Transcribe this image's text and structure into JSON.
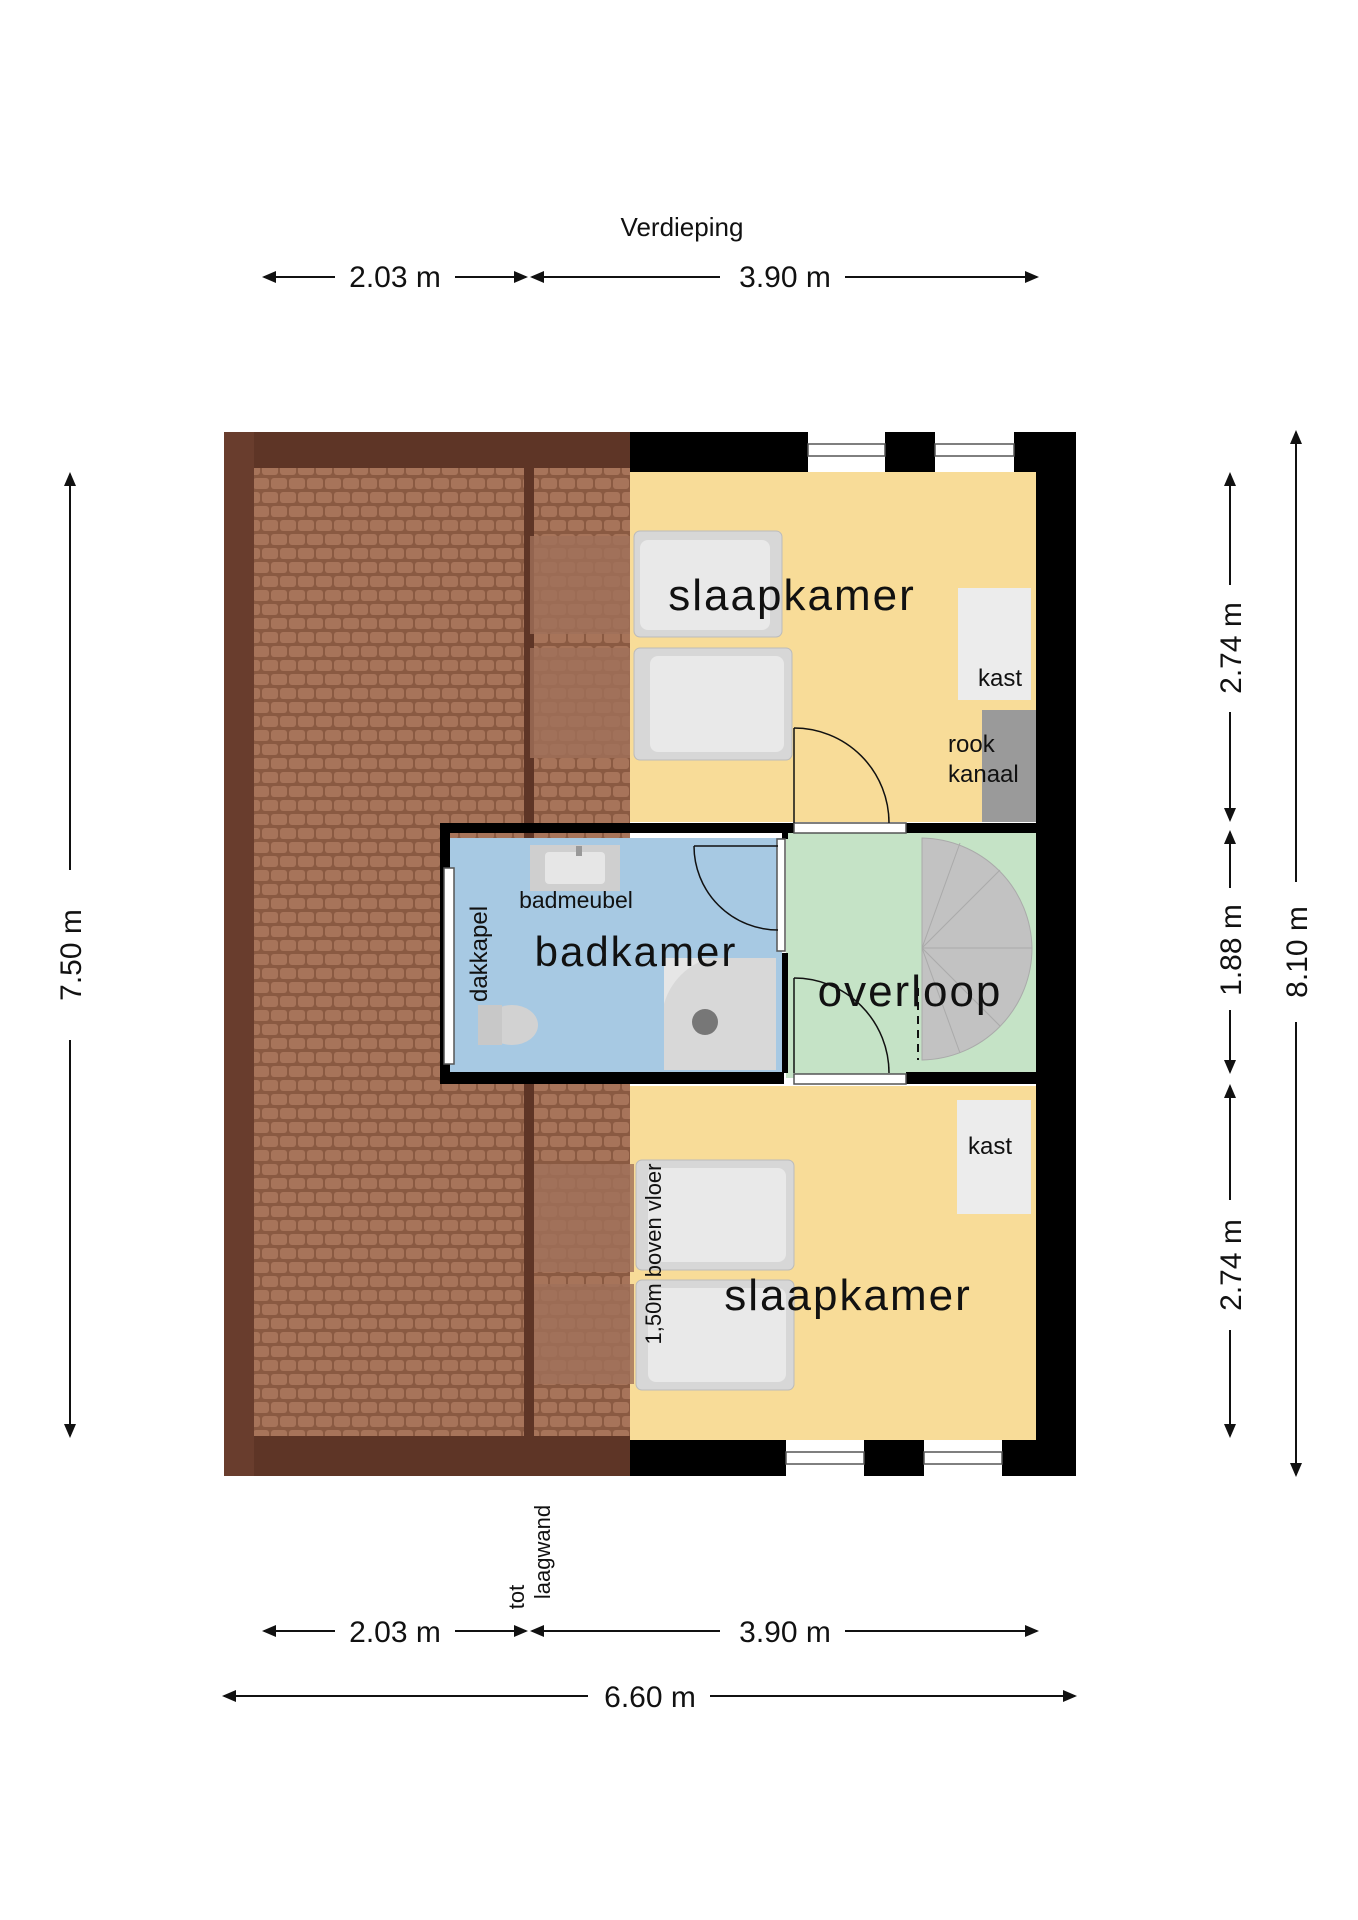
{
  "title": "Verdieping",
  "dimensions": {
    "top_left": "2.03 m",
    "top_right": "3.90 m",
    "bottom_left": "2.03 m",
    "bottom_right": "3.90 m",
    "bottom_total": "6.60 m",
    "left_total": "7.50 m",
    "right_upper": "2.74 m",
    "right_middle": "1.88 m",
    "right_lower": "2.74 m",
    "right_total": "8.10 m"
  },
  "rooms": {
    "bedroom_top": "slaapkamer",
    "bedroom_bottom": "slaapkamer",
    "bathroom": "badkamer",
    "landing": "overloop"
  },
  "fixtures": {
    "kast_top": "kast",
    "kast_bottom": "kast",
    "rook_line1": "rook",
    "rook_line2": "kanaal",
    "badmeubel": "badmeubel",
    "dakkapel": "dakkapel"
  },
  "notes": {
    "boven_vloer": "1,50m boven vloer",
    "tot": "tot",
    "laagwand": "laagwand"
  },
  "colors": {
    "roof": "#8a5a42",
    "roof_dark": "#5e3526",
    "bedroom": "#f8dc98",
    "bathroom": "#a7c9e3",
    "landing": "#c5e3c6",
    "wall": "#000000"
  }
}
